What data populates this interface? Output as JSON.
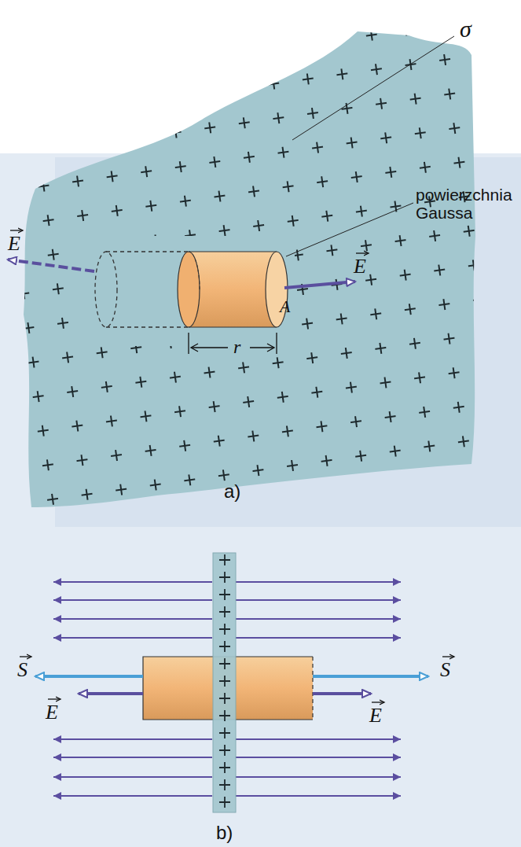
{
  "diagram": {
    "labels": [
      "σ",
      "powierzchnia Gaussa",
      "E",
      "A",
      "E",
      "r",
      "a)",
      "S",
      "E",
      "S",
      "E",
      "b)"
    ]
  }
}
